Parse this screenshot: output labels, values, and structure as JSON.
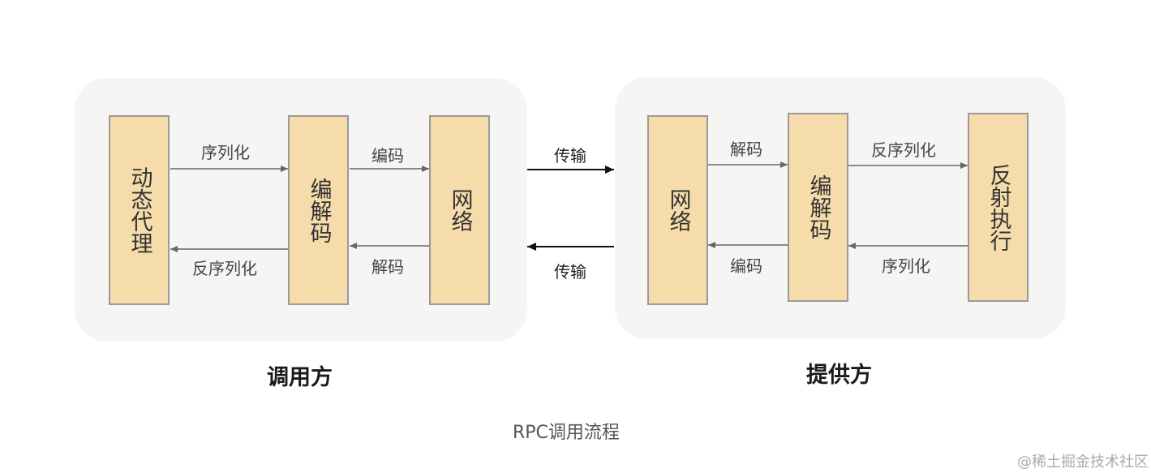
{
  "caller": {
    "title": "调用方",
    "boxes": [
      "动态代理",
      "编解码",
      "网络"
    ],
    "labels": {
      "serialize": "序列化",
      "encode": "编码",
      "deserialize": "反序列化",
      "decode": "解码"
    }
  },
  "transport": {
    "top_label": "传输",
    "bottom_label": "传输"
  },
  "provider": {
    "title": "提供方",
    "boxes": [
      "网络",
      "编解码",
      "反射执行"
    ],
    "labels": {
      "decode": "解码",
      "deserialize": "反序列化",
      "encode": "编码",
      "serialize": "序列化"
    }
  },
  "caption": "RPC调用流程",
  "watermark": "@稀土掘金技术社区",
  "colors": {
    "box_fill": "#f5dcaa",
    "box_border": "#9a9a9a",
    "panel_bg": "#f6f5f3",
    "arrow": "#666666"
  }
}
